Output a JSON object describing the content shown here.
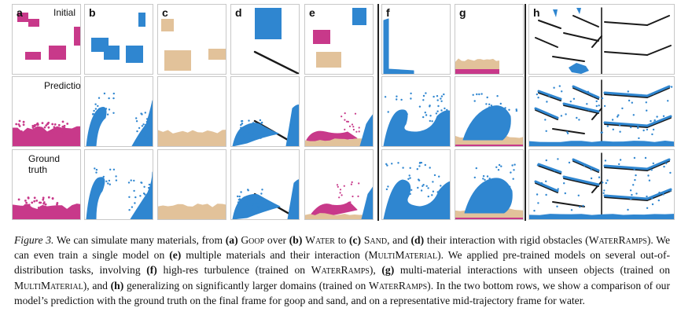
{
  "figure": {
    "panel_letters": [
      "a",
      "b",
      "c",
      "d",
      "e",
      "f",
      "g",
      "h"
    ],
    "row_labels": [
      "Initial",
      "Prediction",
      "Ground truth"
    ],
    "colors": {
      "goop": "#c8398a",
      "water": "#2f86d0",
      "sand": "#e2c29a",
      "obstacle": "#1a1a1a",
      "border": "#c8c8c8"
    }
  },
  "caption": {
    "lead": "Figure 3.",
    "s1": " We can simulate many materials, from ",
    "a_tag": "(a)",
    "a_name": "Goop",
    "s2": " over ",
    "b_tag": "(b)",
    "b_name": "Water",
    "s3": " to ",
    "c_tag": "(c)",
    "c_name": "Sand",
    "s4": ", and ",
    "d_tag": "(d)",
    "s5": " their interaction with rigid obstacles (",
    "d_name": "WaterRamps",
    "s6": "). We can even train a single model on ",
    "e_tag": "(e)",
    "s7": " multiple materials and their interaction (",
    "e_name": "MultiMaterial",
    "s8": "). We applied pre-trained models on several out-of-distribution tasks, involving ",
    "f_tag": "(f)",
    "s9": " high-res turbulence (trained on ",
    "f_name": "WaterRamps",
    "s10": "), ",
    "g_tag": "(g)",
    "s11": " multi-material interactions with unseen objects (trained on ",
    "g_name": "MultiMaterial",
    "s12": "), and ",
    "h_tag": "(h)",
    "s13": " generalizing on significantly larger domains (trained on ",
    "h_name": "WaterRamps",
    "s14": "). In the two bottom rows, we show a comparison of our model’s prediction with the ground truth on the final frame for goop and sand, and on a representative mid-trajectory frame for water."
  }
}
